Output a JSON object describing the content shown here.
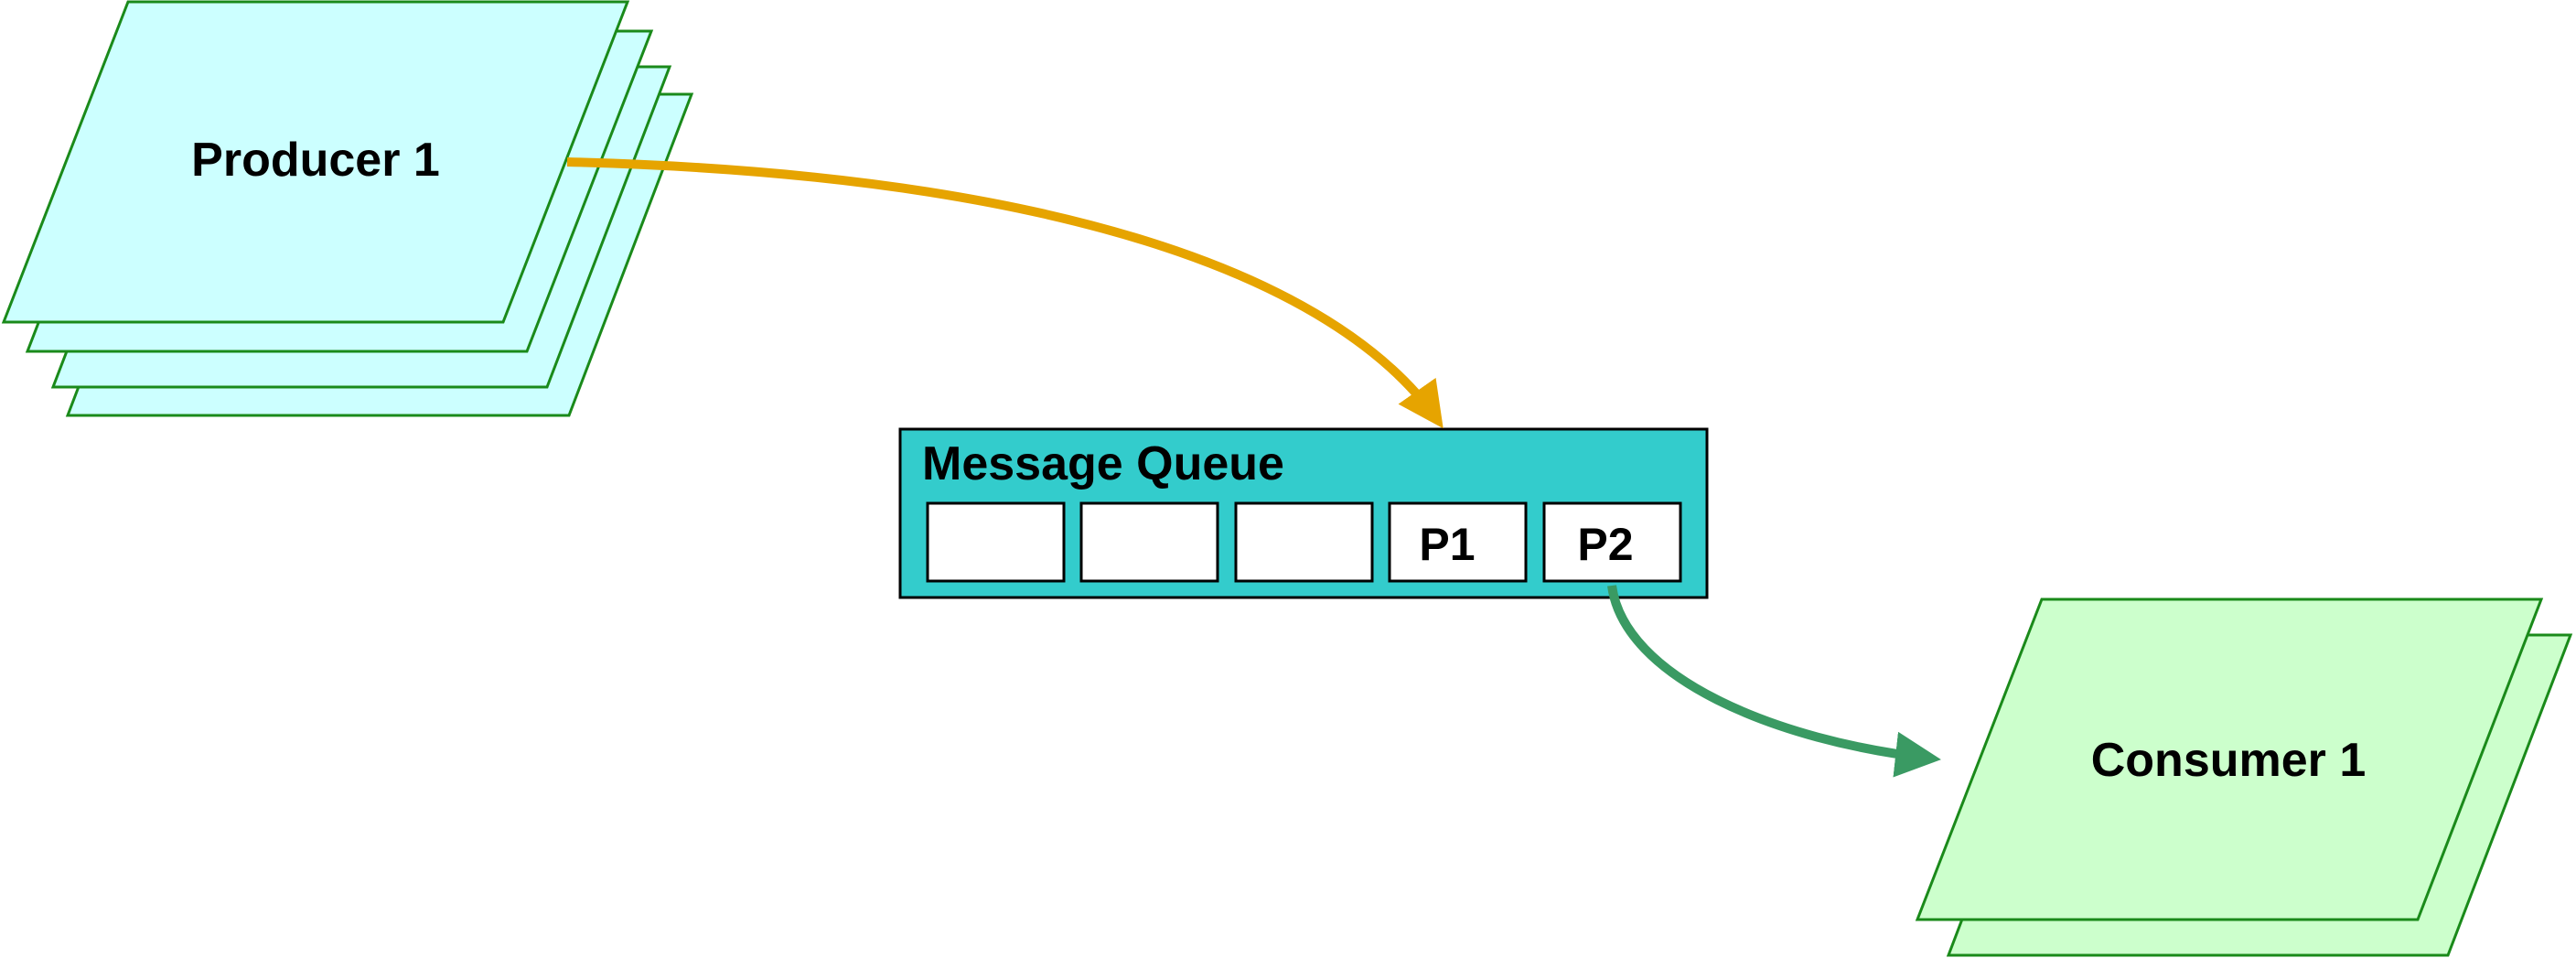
{
  "diagram": {
    "producer": {
      "label": "Producer 1"
    },
    "consumer": {
      "label": "Consumer 1"
    },
    "queue": {
      "title": "Message Queue",
      "slots": [
        "",
        "",
        "",
        "P1",
        "P2"
      ]
    }
  },
  "colors": {
    "producer_fill": "#ccffff",
    "consumer_fill": "#ccffcc",
    "shape_stroke": "#1a8a1a",
    "queue_fill": "#33cccc",
    "slot_fill": "#ffffff",
    "produce_arrow": "#e6a400",
    "consume_arrow": "#3a9a63"
  }
}
